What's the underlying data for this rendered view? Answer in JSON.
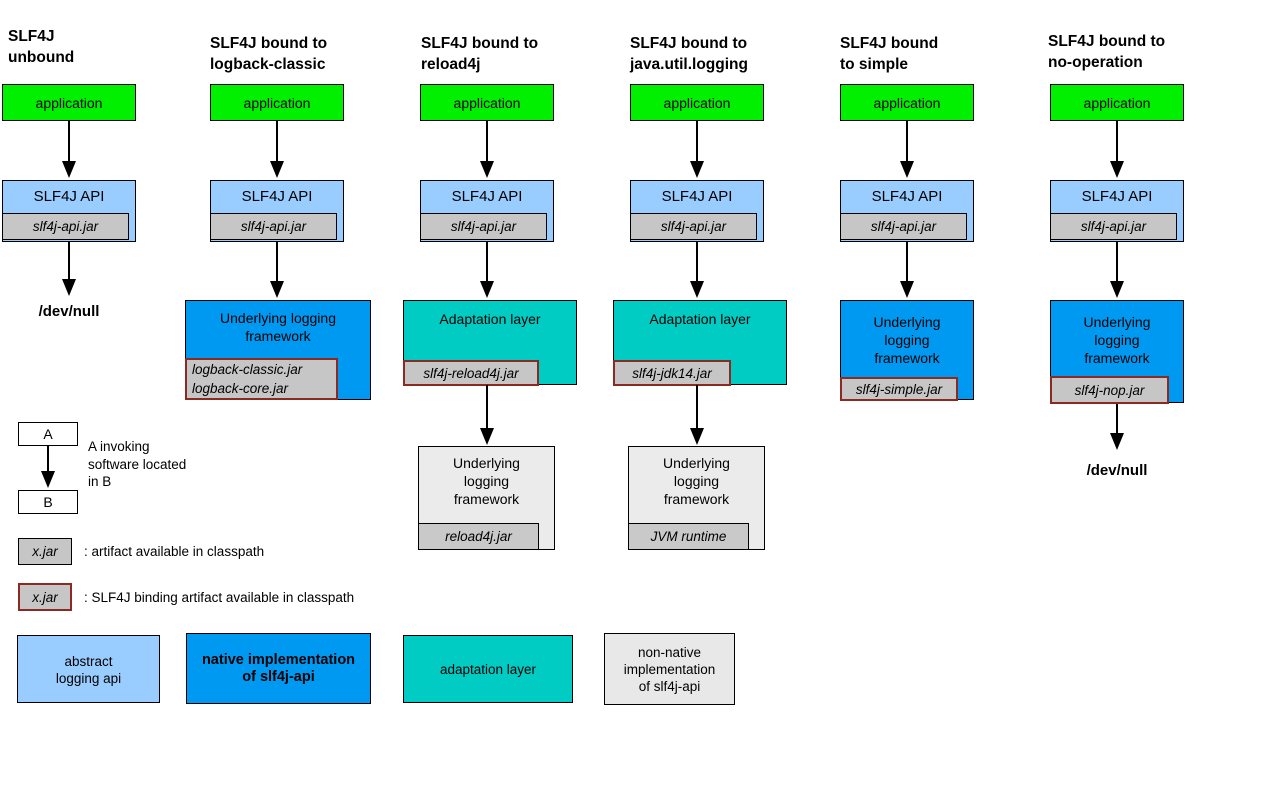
{
  "colors": {
    "application_green": "#00f000",
    "api_light_blue": "#99ccff",
    "native_impl_blue": "#0099f2",
    "adaptation_teal": "#00ccc4",
    "jar_gray": "#c6c6c6",
    "framework_light_gray": "#ebebeb",
    "binding_border_maroon": "#8b2a20"
  },
  "columns": [
    {
      "title_lines": [
        "SLF4J",
        "unbound"
      ],
      "app": "application",
      "api": "SLF4J API",
      "api_jar": "slf4j-api.jar",
      "sink": "/dev/null"
    },
    {
      "title_lines": [
        "SLF4J bound to",
        "logback-classic"
      ],
      "app": "application",
      "api": "SLF4J API",
      "api_jar": "slf4j-api.jar",
      "impl_lines": [
        "Underlying logging",
        "framework"
      ],
      "impl_jar_lines": [
        "logback-classic.jar",
        "logback-core.jar"
      ]
    },
    {
      "title_lines": [
        "SLF4J bound to",
        "reload4j"
      ],
      "app": "application",
      "api": "SLF4J API",
      "api_jar": "slf4j-api.jar",
      "adapter": "Adaptation layer",
      "adapter_jar": "slf4j-reload4j.jar",
      "fw_lines": [
        "Underlying",
        "logging",
        "framework"
      ],
      "fw_jar": "reload4j.jar"
    },
    {
      "title_lines": [
        "SLF4J bound to",
        "java.util.logging"
      ],
      "app": "application",
      "api": "SLF4J API",
      "api_jar": "slf4j-api.jar",
      "adapter": "Adaptation layer",
      "adapter_jar": "slf4j-jdk14.jar",
      "fw_lines": [
        "Underlying",
        "logging",
        "framework"
      ],
      "fw_jar": "JVM runtime"
    },
    {
      "title_lines": [
        "SLF4J bound",
        "to simple"
      ],
      "app": "application",
      "api": "SLF4J API",
      "api_jar": "slf4j-api.jar",
      "impl_lines": [
        "Underlying",
        "logging",
        "framework"
      ],
      "impl_jar": "slf4j-simple.jar"
    },
    {
      "title_lines": [
        "SLF4J bound to",
        "no-operation"
      ],
      "app": "application",
      "api": "SLF4J API",
      "api_jar": "slf4j-api.jar",
      "impl_lines": [
        "Underlying",
        "logging",
        "framework"
      ],
      "impl_jar": "slf4j-nop.jar",
      "sink": "/dev/null"
    }
  ],
  "legend": {
    "box_a": "A",
    "box_b": "B",
    "invoking_lines": [
      "A invoking",
      "software located",
      "in B"
    ],
    "xjar": "x.jar",
    "artifact_note": ": artifact available in classpath",
    "binding_note": ": SLF4J binding artifact available in classpath",
    "keys": {
      "abstract_lines": [
        "abstract",
        "logging api"
      ],
      "native_lines": [
        "native implementation",
        "of slf4j-api"
      ],
      "adapter": "adaptation layer",
      "nonnative_lines": [
        "non-native",
        "implementation",
        "of slf4j-api"
      ]
    }
  }
}
